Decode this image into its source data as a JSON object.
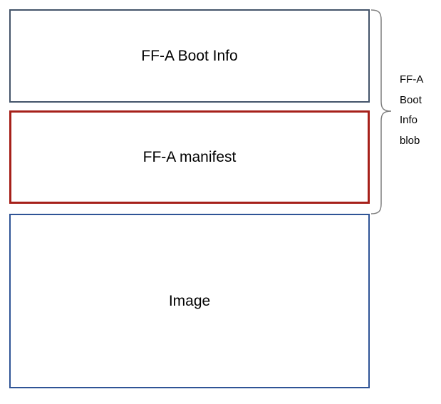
{
  "diagram": {
    "boxes": [
      {
        "id": "boot-info",
        "label": "FF-A Boot Info",
        "border_color": "#44546a"
      },
      {
        "id": "manifest",
        "label": "FF-A manifest",
        "border_color": "#a6201a"
      },
      {
        "id": "image",
        "label": "Image",
        "border_color": "#2f5496"
      }
    ],
    "brace": {
      "label": "FF-A Boot Info blob",
      "color": "#7f7f7f"
    }
  }
}
